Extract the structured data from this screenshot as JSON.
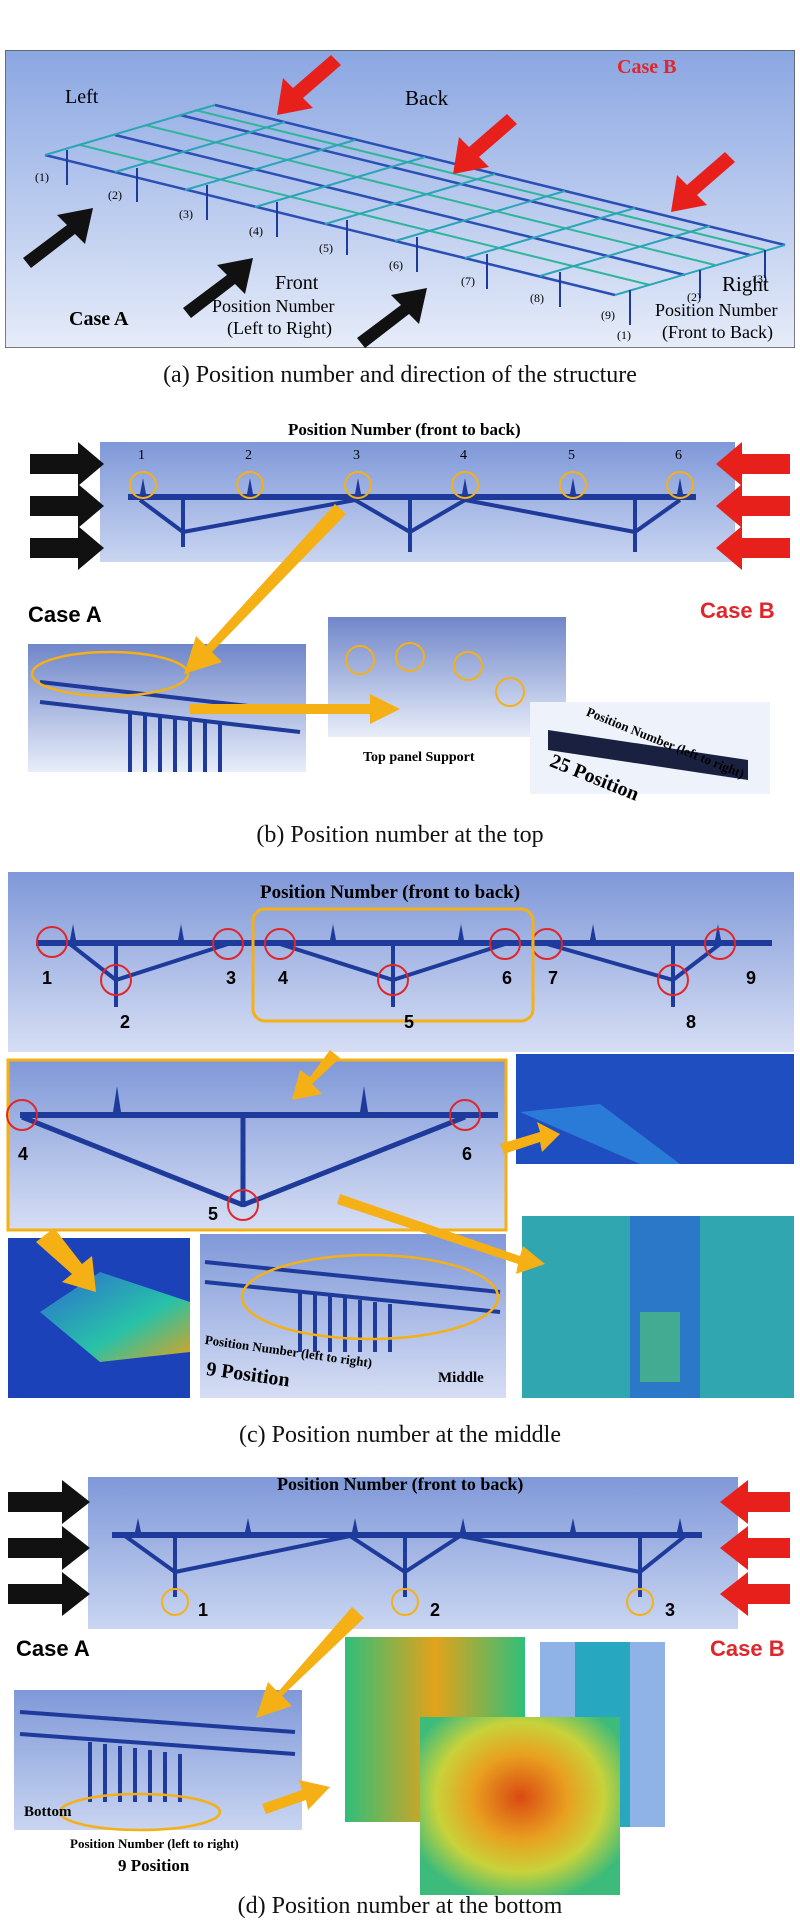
{
  "panel_a": {
    "caption": "(a) Position number and direction of the structure",
    "left": "Left",
    "back": "Back",
    "case_b": "Case B",
    "case_a": "Case A",
    "front": "Front",
    "front_pos_line1": "Position Number",
    "front_pos_line2": "(Left to Right)",
    "right": "Right",
    "right_pos_line1": "Position Number",
    "right_pos_line2": "(Front to Back)",
    "front_positions": [
      "(1)",
      "(2)",
      "(3)",
      "(4)",
      "(5)",
      "(6)",
      "(7)",
      "(8)",
      "(9)"
    ],
    "right_positions": [
      "(1)",
      "(2)",
      "(3)"
    ]
  },
  "panel_b": {
    "caption": "(b) Position number at the top",
    "title": "Position Number (front to back)",
    "positions": [
      "1",
      "2",
      "3",
      "4",
      "5",
      "6"
    ],
    "case_a": "Case A",
    "case_b": "Case B",
    "top_support": "Top panel Support",
    "lr_label": "Position Number (left to right)",
    "count_label": "25 Position"
  },
  "panel_c": {
    "caption": "(c) Position number at the middle",
    "title": "Position Number (front to back)",
    "positions": [
      "1",
      "2",
      "3",
      "4",
      "5",
      "6",
      "7",
      "8",
      "9"
    ],
    "zoom_positions": [
      "4",
      "5",
      "6"
    ],
    "lr_label": "Position Number (left to right)",
    "count_label": "9 Position",
    "middle": "Middle"
  },
  "panel_d": {
    "caption": "(d) Position number at the bottom",
    "title": "Position Number (front to back)",
    "positions": [
      "1",
      "2",
      "3"
    ],
    "case_a": "Case A",
    "case_b": "Case B",
    "bottom": "Bottom",
    "lr_label": "Position Number (left to right)",
    "count_label": "9 Position"
  },
  "colors": {
    "black_arrow": "#111111",
    "red_arrow": "#e8201c",
    "orange_arrow": "#f5b016",
    "marker_orange": "#f5b016",
    "marker_red": "#e0262a",
    "beam_blue": "#1e3a9a",
    "case_b_red": "#e0262a"
  }
}
